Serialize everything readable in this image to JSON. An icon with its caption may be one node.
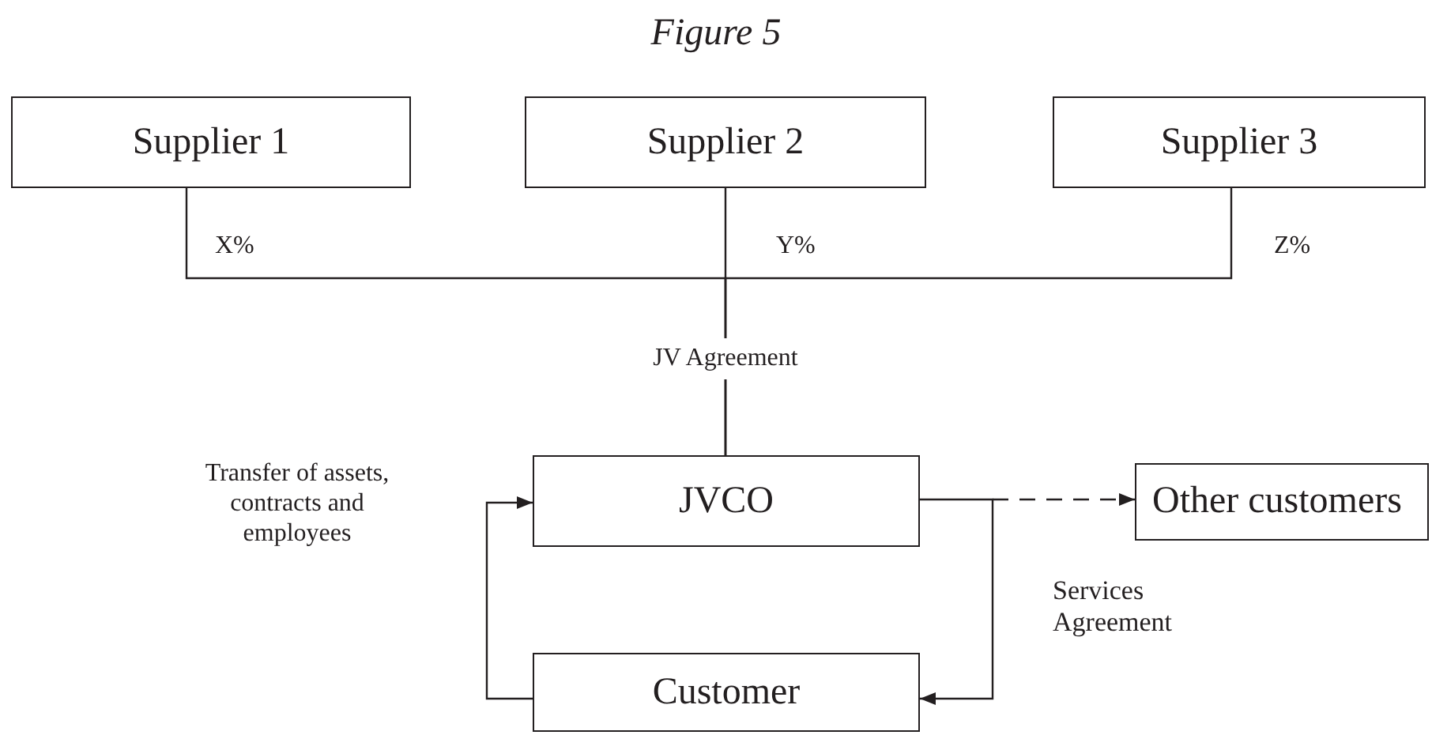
{
  "diagram": {
    "title": "Figure 5",
    "nodes": [
      {
        "text": [
          "Supplier 1"
        ]
      },
      {
        "text": [
          "Supplier 2"
        ]
      },
      {
        "text": [
          "Supplier 3"
        ]
      },
      {
        "text": [
          "JVCO"
        ]
      },
      {
        "text": [
          "Other customers"
        ]
      },
      {
        "text": [
          "Customer"
        ]
      }
    ],
    "edges": [
      {
        "from": 0,
        "to": 3,
        "arrow": "none",
        "label": "X%"
      },
      {
        "from": 1,
        "to": 3,
        "arrow": "none",
        "label": "Y%"
      },
      {
        "from": 2,
        "to": 3,
        "arrow": "none",
        "label": "Z%"
      },
      {
        "from": 5,
        "to": 3,
        "arrow": "to",
        "label": "Transfer of assets, contracts and employees"
      },
      {
        "from": 3,
        "to": 5,
        "arrow": "to",
        "label": "Services Agreement"
      },
      {
        "from": 3,
        "to": 4,
        "arrow": "to",
        "style": "dashed"
      }
    ],
    "labels": [
      "JV Agreement"
    ]
  }
}
